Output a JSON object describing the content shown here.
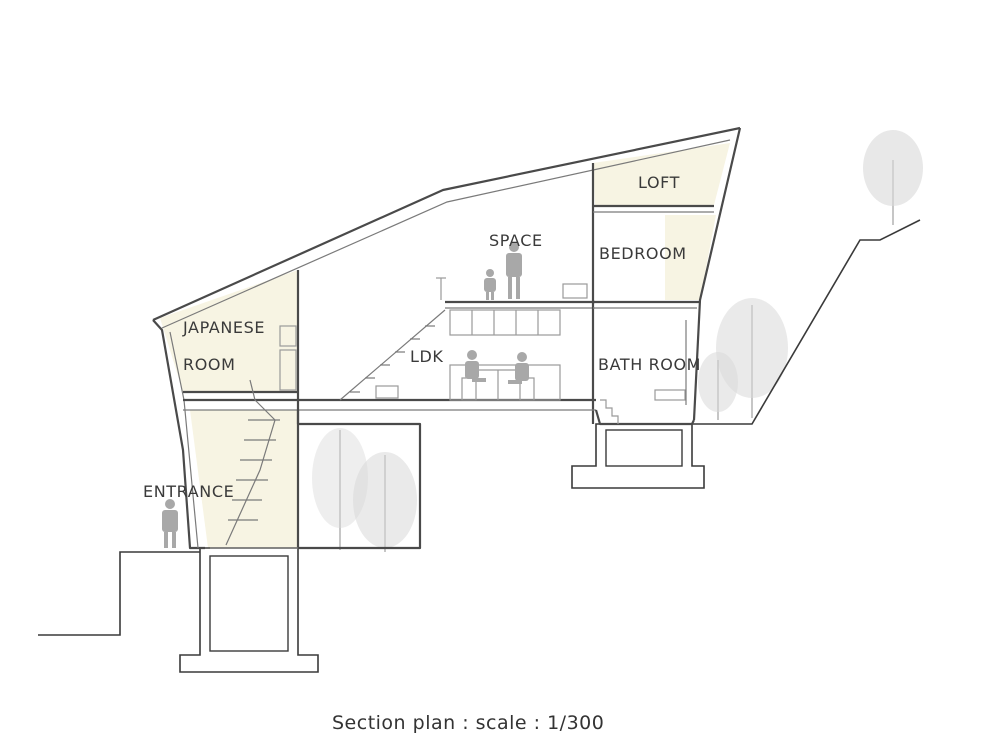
{
  "rooms": {
    "loft": "LOFT",
    "space": "SPACE",
    "bedroom": "BEDROOM",
    "japanese_room_line1": "JAPANESE",
    "japanese_room_line2": "ROOM",
    "ldk": "LDK",
    "bathroom": "BATH ROOM",
    "entrance": "ENTRANCE"
  },
  "caption": "Section plan : scale : 1/300"
}
